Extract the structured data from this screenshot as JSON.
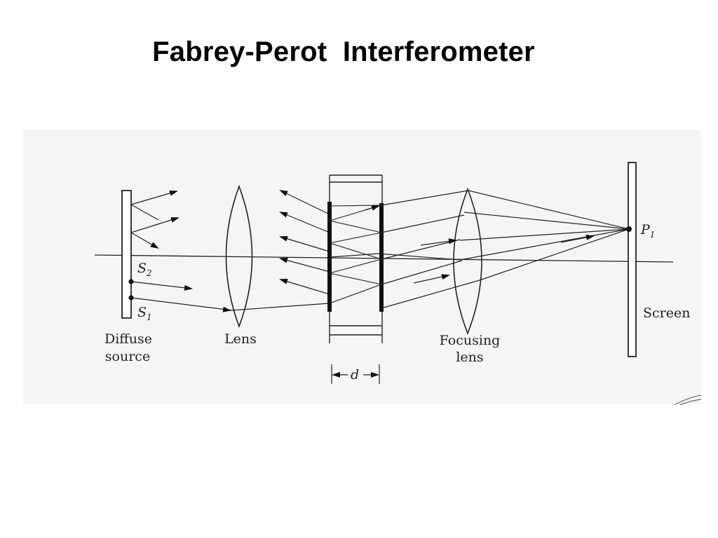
{
  "slide": {
    "title": "Fabrey-Perot  Interferometer"
  },
  "diagram": {
    "labels": {
      "diffuse_source_line1": "Diffuse",
      "diffuse_source_line2": "source",
      "lens": "Lens",
      "focusing_lens_line1": "Focusing",
      "focusing_lens_line2": "lens",
      "screen": "Screen",
      "s2_symbol": "S",
      "s2_subscript": "2",
      "s1_symbol": "S",
      "s1_subscript": "1",
      "p1_symbol": "P",
      "p1_subscript": "1",
      "spacing_symbol": "d"
    }
  }
}
